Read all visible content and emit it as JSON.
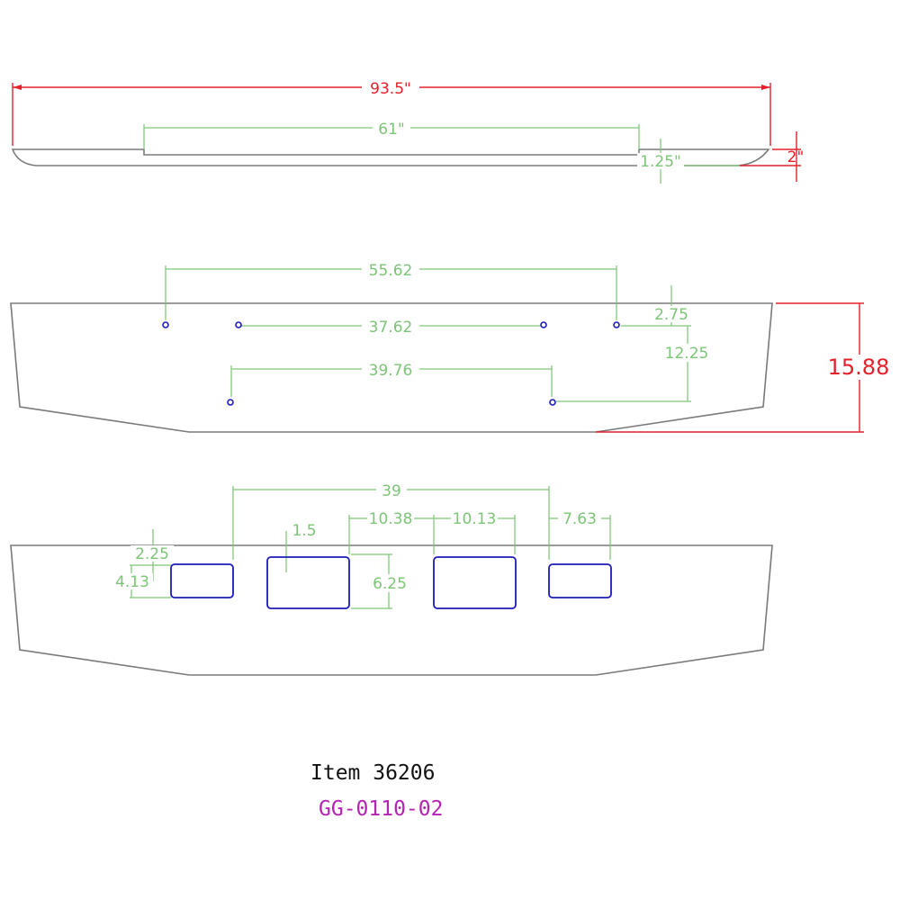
{
  "top_view": {
    "overall_length": "93.5\"",
    "center_length": "61\"",
    "step_height": "1.25\"",
    "end_height": "2\""
  },
  "middle_view": {
    "outer_holes_spacing": "55.62",
    "inner_holes_spacing": "37.62",
    "lower_holes_spacing": "39.76",
    "top_offset": "2.75",
    "hole_vertical": "12.25",
    "overall_height": "15.88"
  },
  "bottom_view": {
    "cutout_span": "39",
    "cutout_top_offset": "1.5",
    "gap_a": "10.38",
    "gap_b": "10.13",
    "gap_c": "7.63",
    "cutout_offset_top": "2.25",
    "cutout_offset_total": "4.13",
    "cutout_height": "6.25"
  },
  "title": {
    "item": "Item 36206",
    "code": "GG-0110-02"
  }
}
